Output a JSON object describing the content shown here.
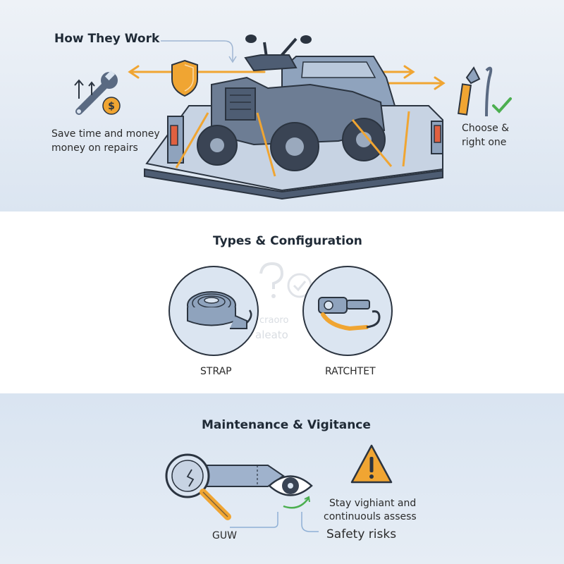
{
  "how_they_work": {
    "title": "How They Work",
    "left_caption_line1": "Save time and money",
    "left_caption_line2": "money on repairs",
    "right_caption_line1": "Choose &",
    "right_caption_line2": "right one",
    "coin_symbol": "$"
  },
  "types": {
    "title": "Types & Configuration",
    "faint_text_line1": "craoro",
    "faint_text_line2": "aleato",
    "items": [
      {
        "label": "STRAP",
        "icon": "strap-roll-icon"
      },
      {
        "label": "RATCHTET",
        "icon": "ratchet-icon"
      }
    ]
  },
  "maintenance": {
    "title": "Maintenance & Vigitance",
    "warning_caption_line1": "Stay vighiant and",
    "warning_caption_line2": "continuouls assess",
    "bottom_left_label": "GUW",
    "bottom_right_label": "Safety risks"
  },
  "colors": {
    "accent_orange": "#f0a532",
    "check_green": "#4caf50",
    "outline": "#2b3440",
    "steel": "#5a6a82",
    "truck": "#8fa3bd"
  }
}
